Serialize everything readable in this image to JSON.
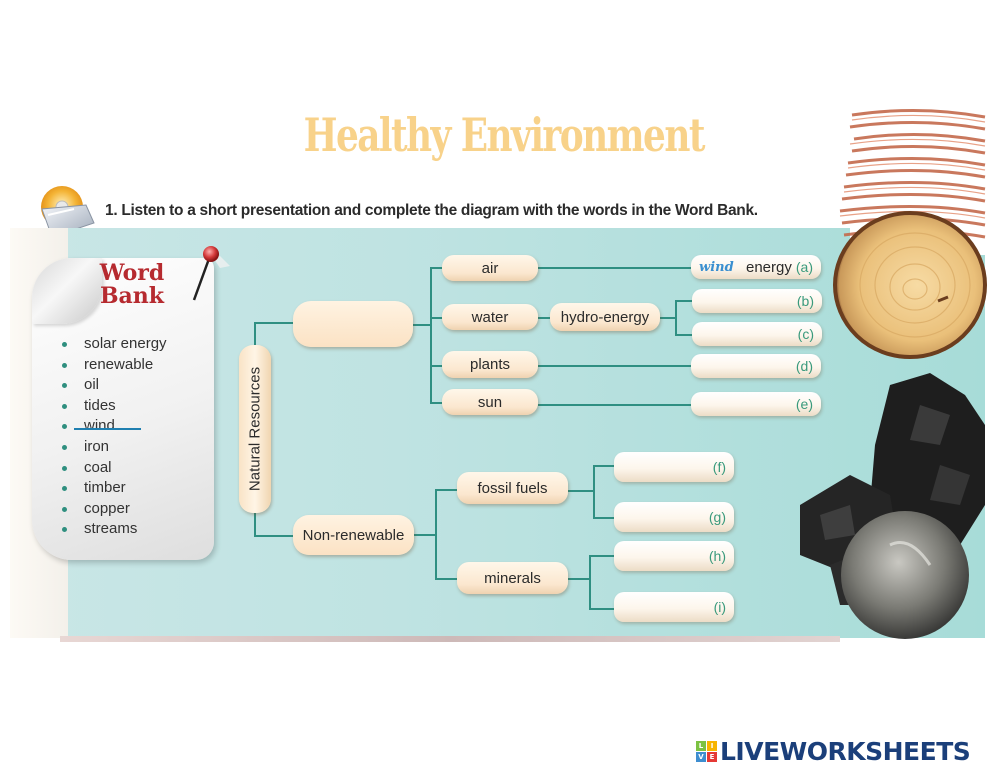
{
  "header": {
    "title": "Healthy Environment",
    "instruction": "1. Listen to a short presentation and complete the diagram with the words in the Word Bank."
  },
  "word_bank": {
    "title_line1": "Word",
    "title_line2": "Bank",
    "items": [
      {
        "word": "solar energy",
        "used": false
      },
      {
        "word": "renewable",
        "used": false
      },
      {
        "word": "oil",
        "used": false
      },
      {
        "word": "tides",
        "used": false
      },
      {
        "word": "wind",
        "used": true
      },
      {
        "word": "iron",
        "used": false
      },
      {
        "word": "coal",
        "used": false
      },
      {
        "word": "timber",
        "used": false
      },
      {
        "word": "copper",
        "used": false
      },
      {
        "word": "streams",
        "used": false
      }
    ]
  },
  "diagram": {
    "root": "Natural Resources",
    "renewable_box": {
      "value": "",
      "placeholder": ""
    },
    "non_renewable": "Non-renewable",
    "renewable_children": [
      "air",
      "water",
      "plants",
      "sun"
    ],
    "water_child": "hydro-energy",
    "non_renewable_children": [
      "fossil fuels",
      "minerals"
    ],
    "answers": [
      {
        "label": "(a)",
        "value": "wind",
        "suffix": "energy"
      },
      {
        "label": "(b)",
        "value": "",
        "suffix": ""
      },
      {
        "label": "(c)",
        "value": "",
        "suffix": ""
      },
      {
        "label": "(d)",
        "value": "",
        "suffix": ""
      },
      {
        "label": "(e)",
        "value": "",
        "suffix": ""
      },
      {
        "label": "(f)",
        "value": "",
        "suffix": ""
      },
      {
        "label": "(g)",
        "value": "",
        "suffix": ""
      },
      {
        "label": "(h)",
        "value": "",
        "suffix": ""
      },
      {
        "label": "(i)",
        "value": "",
        "suffix": ""
      }
    ]
  },
  "decor": {
    "icons": [
      "cd-audio-icon",
      "push-pin-icon"
    ],
    "photos": [
      "copper-wire",
      "timber-log",
      "coal",
      "iron-ball"
    ]
  },
  "branding": {
    "logo_blocks": [
      "L",
      "I",
      "V",
      "E"
    ],
    "logo_text": "LIVEWORKSHEETS"
  },
  "colors": {
    "title": "#f8d28a",
    "panel": "#bfe3e2",
    "connector": "#2f8f82",
    "word_bank_title": "#b62a2f",
    "answer_label": "#3a9a7c",
    "filled_answer": "#3a8fd0",
    "logo": "#1b3f7a"
  }
}
